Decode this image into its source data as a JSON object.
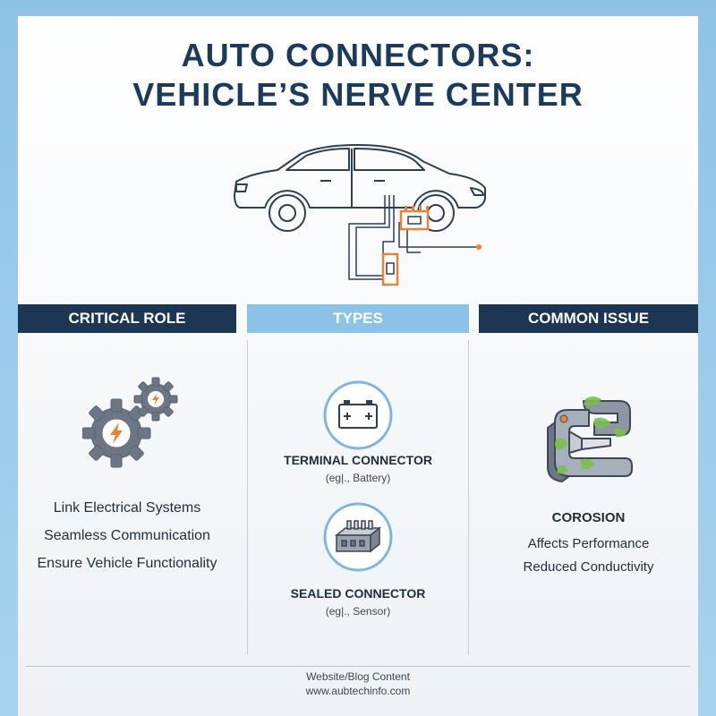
{
  "title": {
    "line1": "AUTO CONNECTORS:",
    "line2": "VEHICLE’S NERVE CENTER"
  },
  "hero": {
    "icon": "car-wiring-icon"
  },
  "columns": {
    "role": {
      "header": "CRITICAL ROLE",
      "icon": "gears-lightning-icon",
      "items": [
        "Link Electrical Systems",
        "Seamless Communication",
        "Ensure Vehicle Functionality"
      ]
    },
    "types": {
      "header": "TYPES",
      "items": [
        {
          "icon": "battery-icon",
          "title": "TERMINAL CONNECTOR",
          "subtitle": "(eg|., Battery)"
        },
        {
          "icon": "sealed-connector-icon",
          "title": "SEALED CONNECTOR",
          "subtitle": "(eg|., Sensor)"
        }
      ]
    },
    "issue": {
      "header": "COMMON ISSUE",
      "icon": "corroded-connector-icon",
      "title": "COROSION",
      "items": [
        "Affects Performance",
        "Reduced Conductivity"
      ]
    }
  },
  "footer": {
    "line1": "Website/Blog Content",
    "line2": "www.aubtechinfo.com"
  },
  "colors": {
    "navy": "#1d3654",
    "light_blue": "#8cc1e8",
    "accent_orange": "#e8833a",
    "corrosion_green": "#7bbf4e"
  }
}
